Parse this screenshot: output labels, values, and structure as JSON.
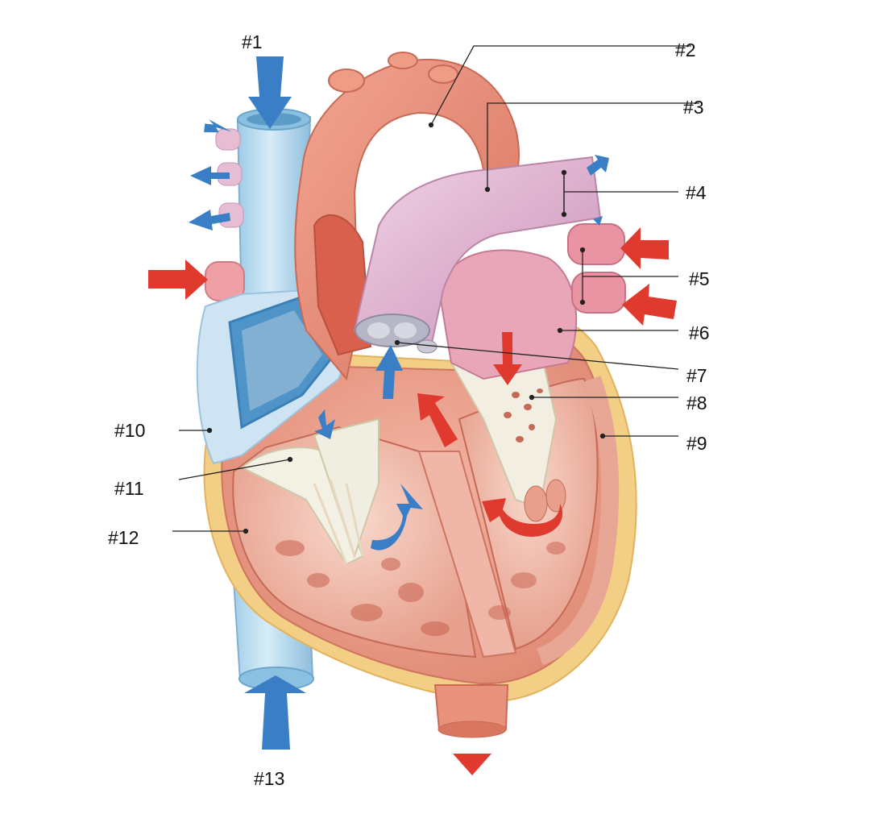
{
  "labels": {
    "l1": "#1",
    "l2": "#2",
    "l3": "#3",
    "l4": "#4",
    "l5": "#5",
    "l6": "#6",
    "l7": "#7",
    "l8": "#8",
    "l9": "#9",
    "l10": "#10",
    "l11": "#11",
    "l12": "#12",
    "l13": "#13"
  },
  "colors": {
    "deoxygenated_arrow": "#3a7fc6",
    "oxygenated_arrow": "#e03a2f",
    "vena_cava": "#bfe0f2",
    "aorta": "#e8917c",
    "pulmonary_trunk": "#e6b8d6",
    "myocardium": "#e79a86",
    "pericardium_fat": "#f3cf86"
  }
}
